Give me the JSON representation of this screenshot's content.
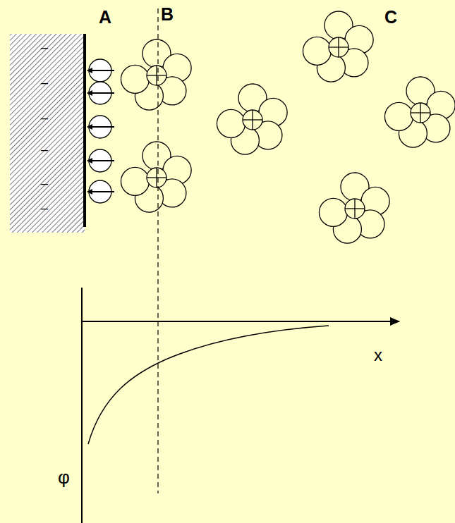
{
  "diagram": {
    "labels": [
      "A",
      "B",
      "C",
      "–",
      "–",
      "–",
      "–",
      "–",
      "–",
      "x",
      "φ"
    ]
  }
}
